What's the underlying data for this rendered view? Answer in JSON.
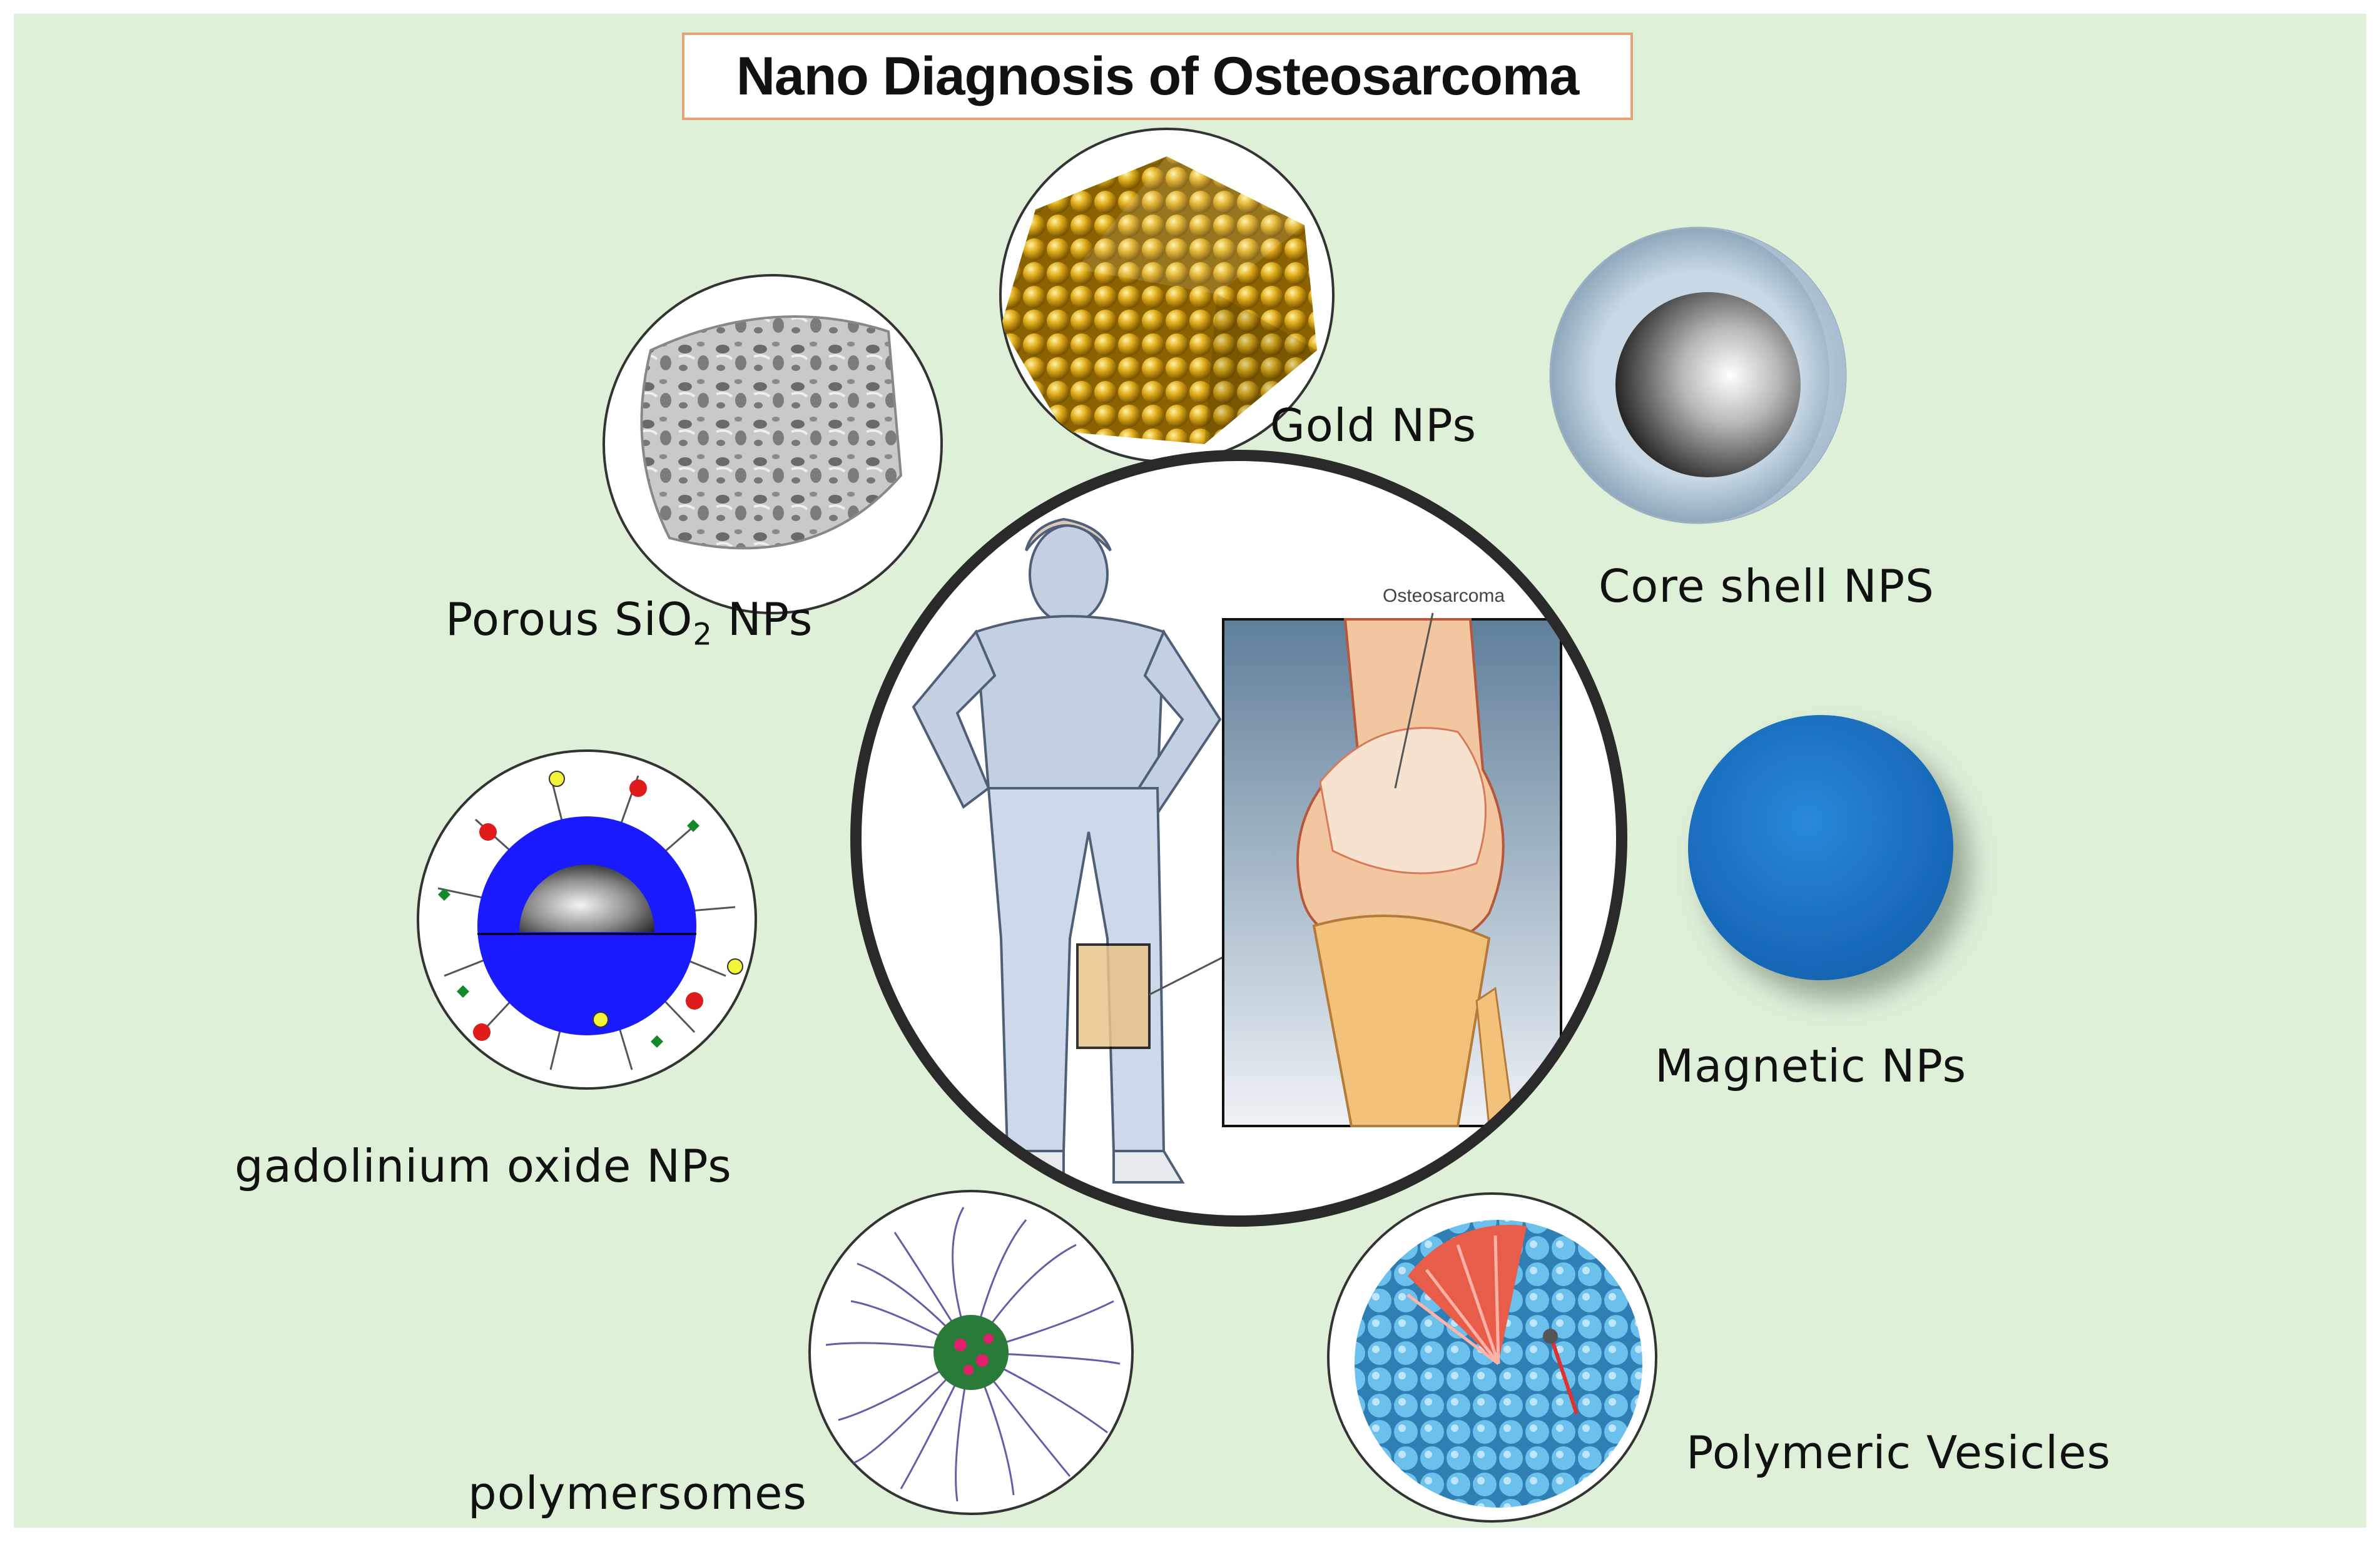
{
  "title": "Nano Diagnosis of Osteosarcoma",
  "labels": {
    "gold": "Gold NPs",
    "core_shell": "Core shell NPS",
    "porous_prefix": "Porous SiO",
    "porous_sub": "2",
    "porous_suffix": " NPs",
    "magnetic": "Magnetic NPs",
    "gadolinium": "gadolinium oxide NPs",
    "polymersomes": "polymersomes",
    "vesicles": "Polymeric Vesicles",
    "osteosarcoma": "Osteosarcoma"
  },
  "colors": {
    "background": "#dff0d9",
    "title_border": "#e8a27a",
    "gold": "#d4a017",
    "magnetic_blue": "#1f78c8",
    "gadolinium_blue": "#1a1aff",
    "vesicle_blue": "#4aa3d8",
    "vesicle_core": "#e85c4a"
  }
}
